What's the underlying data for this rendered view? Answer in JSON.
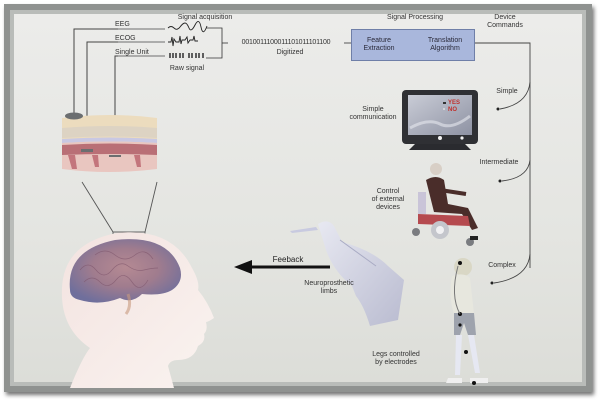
{
  "diagram": {
    "title_signal_acquisition": "Signal acquisition",
    "signal_types": [
      "EEG",
      "ECOG",
      "Single Unit"
    ],
    "raw_signal_label": "Raw signal",
    "digitized_bits": "0010011100011101011101100",
    "digitized_label": "Digitized",
    "signal_processing_label": "Signal Processing",
    "feature_extraction_line1": "Feature",
    "feature_extraction_line2": "Extraction",
    "translation_line1": "Translation",
    "translation_line2": "Algorithm",
    "device_commands_line1": "Device",
    "device_commands_line2": "Commands",
    "command_levels": [
      "Simple",
      "Intermediate",
      "Complex"
    ],
    "outputs": {
      "simple_communication_line1": "Simple",
      "simple_communication_line2": "communication",
      "monitor_yes": "YES",
      "monitor_no": "NO",
      "external_devices_line1": "Control",
      "external_devices_line2": "of external",
      "external_devices_line3": "devices",
      "neuroprosthetic_line1": "Neuroprosthetic",
      "neuroprosthetic_line2": "limbs",
      "legs_line1": "Legs controlled",
      "legs_line2": "by electrodes"
    },
    "feedback_label": "Feeback",
    "colors": {
      "processing_box": "#a9b7dc",
      "panel_bg": "#e8e9e5",
      "frame": "#8f9290"
    }
  }
}
